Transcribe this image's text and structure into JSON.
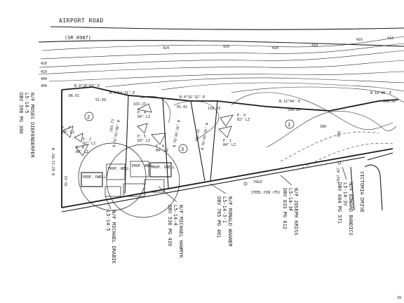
{
  "roads": {
    "airport_road": "AIRPORT ROAD",
    "airport_road_sr": "(SR 0987)",
    "victoria_drive": "VICTORIA DRIVE"
  },
  "contours": {
    "left_labels": [
      "420",
      "410",
      "400",
      "400"
    ],
    "top_labels": [
      "424",
      "424",
      "420",
      "418",
      "416",
      "410"
    ]
  },
  "bearings": {
    "top_w": "N 9°20'03\" E",
    "lot2_top": "N 5°54'31\" E",
    "lot3_top": "N 0°32'32\" E",
    "lot1_top": "N 12°44' E",
    "east_top": "N 18°48' E",
    "left_side": "N 82°11'09\" W",
    "lot2_div": "N 76°43'08\" W",
    "lot3_div": "N 76°45'26\" W",
    "center": "N 76°45'26\" W"
  },
  "distances": {
    "d1": "86.61",
    "d2": "51.09",
    "d3": "163.27",
    "d4": "41.91",
    "d5": "118.53",
    "d6": "298.20",
    "d7": "168.53",
    "d8": "39.43",
    "d9": "265.73",
    "d10": "282.42",
    "d11": "390",
    "d12": "360"
  },
  "lots": [
    {
      "id": "2"
    },
    {
      "id": "3"
    },
    {
      "id": "1"
    }
  ],
  "perc_tests": [
    {
      "label": "P. 4",
      "slope": "84\" LZ"
    },
    {
      "label": "P. 5",
      "slope": "83\" LZ"
    },
    {
      "label": "P. 6",
      "slope": "84\" LZ"
    },
    {
      "label": "P. 7",
      "slope": "82\" LZ"
    },
    {
      "label": "P. 8",
      "slope": "80\" LZ"
    },
    {
      "label": "P. 9",
      "slope": "82\" LZ"
    },
    {
      "label": "P. 1",
      "slope": "84\" LZ"
    },
    {
      "label": "P. 2",
      "slope": "82\" LZ"
    }
  ],
  "structures": {
    "prop_dwell": "PROP. DWELL",
    "prop_well": "PROP. WELL",
    "pole": "POLE",
    "steel_pin": "STEEL PIN (FD)",
    "cm_fd": "CM (FD)"
  },
  "owners": {
    "diefenderfer": [
      "N/F MOSES DIEFENDERFER",
      "L5-14-5",
      "DBV 398 PG 386"
    ],
    "drabik": [
      "N/F MICHAEL DRABIK",
      "L5-14-5"
    ],
    "hawryk": [
      "N/F MICHAEL HAWRYK",
      "L5-14-4",
      "DBV 536 PG 439"
    ],
    "wagner": [
      "N/F RONALD WAGNER",
      "L5-14-3-1",
      "DBV 765 PG 401"
    ],
    "kriss": [
      "N/F JOSEPH KRISS",
      "L5-14-3F",
      "DBV 633 PG 612"
    ],
    "bandics": [
      "N/F EDWARD BANDICS",
      "L5-14-3V",
      "DBV 684 PG 571"
    ]
  },
  "page_number": "29"
}
